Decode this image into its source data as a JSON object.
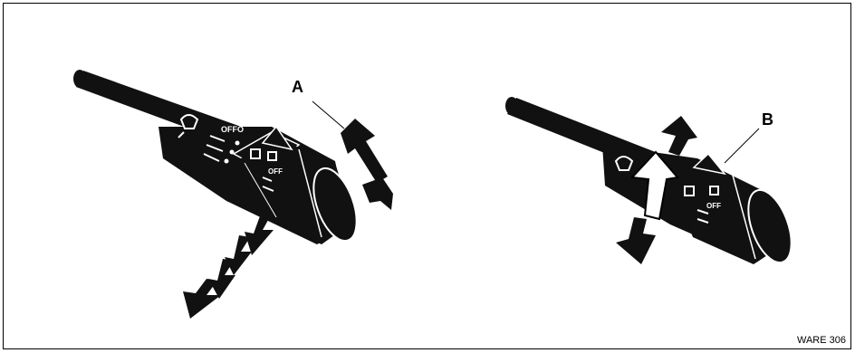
{
  "figure": {
    "left_panel": {
      "label": "A"
    },
    "right_panel": {
      "label": "B"
    },
    "reference_code": "WARE 306"
  }
}
